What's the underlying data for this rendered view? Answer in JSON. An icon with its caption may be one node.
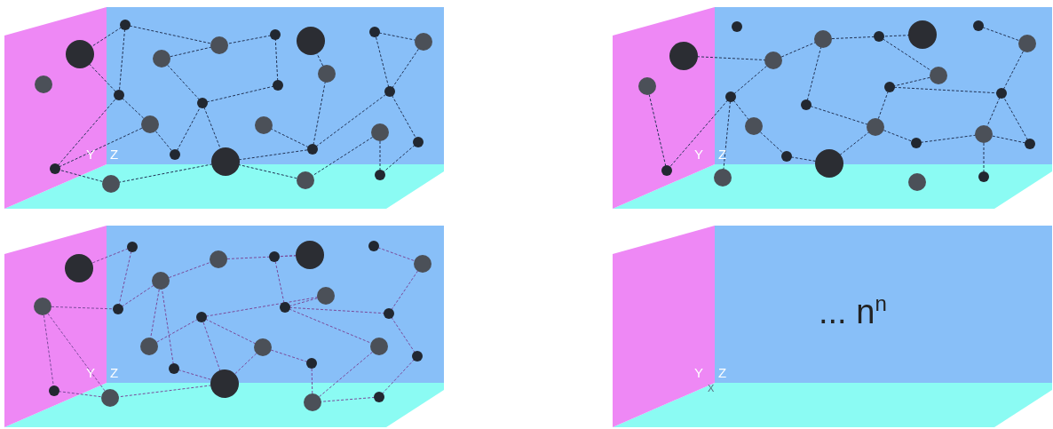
{
  "diagram": {
    "labels": [
      "Y",
      "Z",
      "Y",
      "Z",
      "Y",
      "Z",
      "Y",
      "Z",
      "X",
      "... n$^{n}$"
    ]
  }
}
